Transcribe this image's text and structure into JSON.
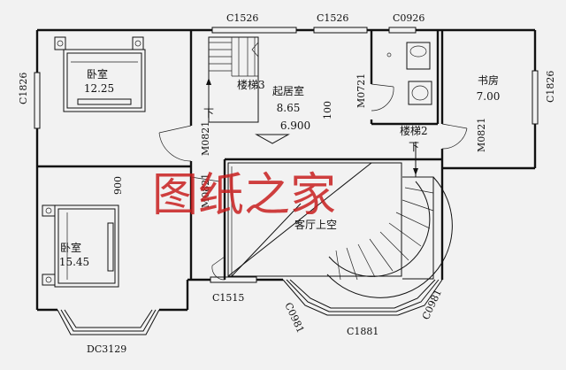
{
  "watermark": "图纸之家",
  "rooms": {
    "bedroom_top": {
      "name": "卧室",
      "area": "12.25"
    },
    "bedroom_bottom": {
      "name": "卧室",
      "area": "15.45"
    },
    "living": {
      "name": "起居室",
      "area": "8.65",
      "elevation": "6.900"
    },
    "study": {
      "name": "书房",
      "area": "7.00"
    },
    "hall_void": {
      "name": "客厅上空"
    }
  },
  "stairs": {
    "stair3": "楼梯3",
    "stair2": "楼梯2",
    "down": "下"
  },
  "labels": {
    "c1526_a": "C1526",
    "c1526_b": "C1526",
    "c0926": "C0926",
    "c1826_left": "C1826",
    "c1826_right": "C1826",
    "m0821_a": "M0821",
    "m0821_b": "M0821",
    "m0821_c": "M0821",
    "m0721": "M0721",
    "dim_100": "100",
    "dim_900": "900",
    "c1515": "C1515",
    "c0981_a": "C0981",
    "c0981_b": "C0981",
    "c1881": "C1881",
    "dc3129": "DC3129"
  }
}
